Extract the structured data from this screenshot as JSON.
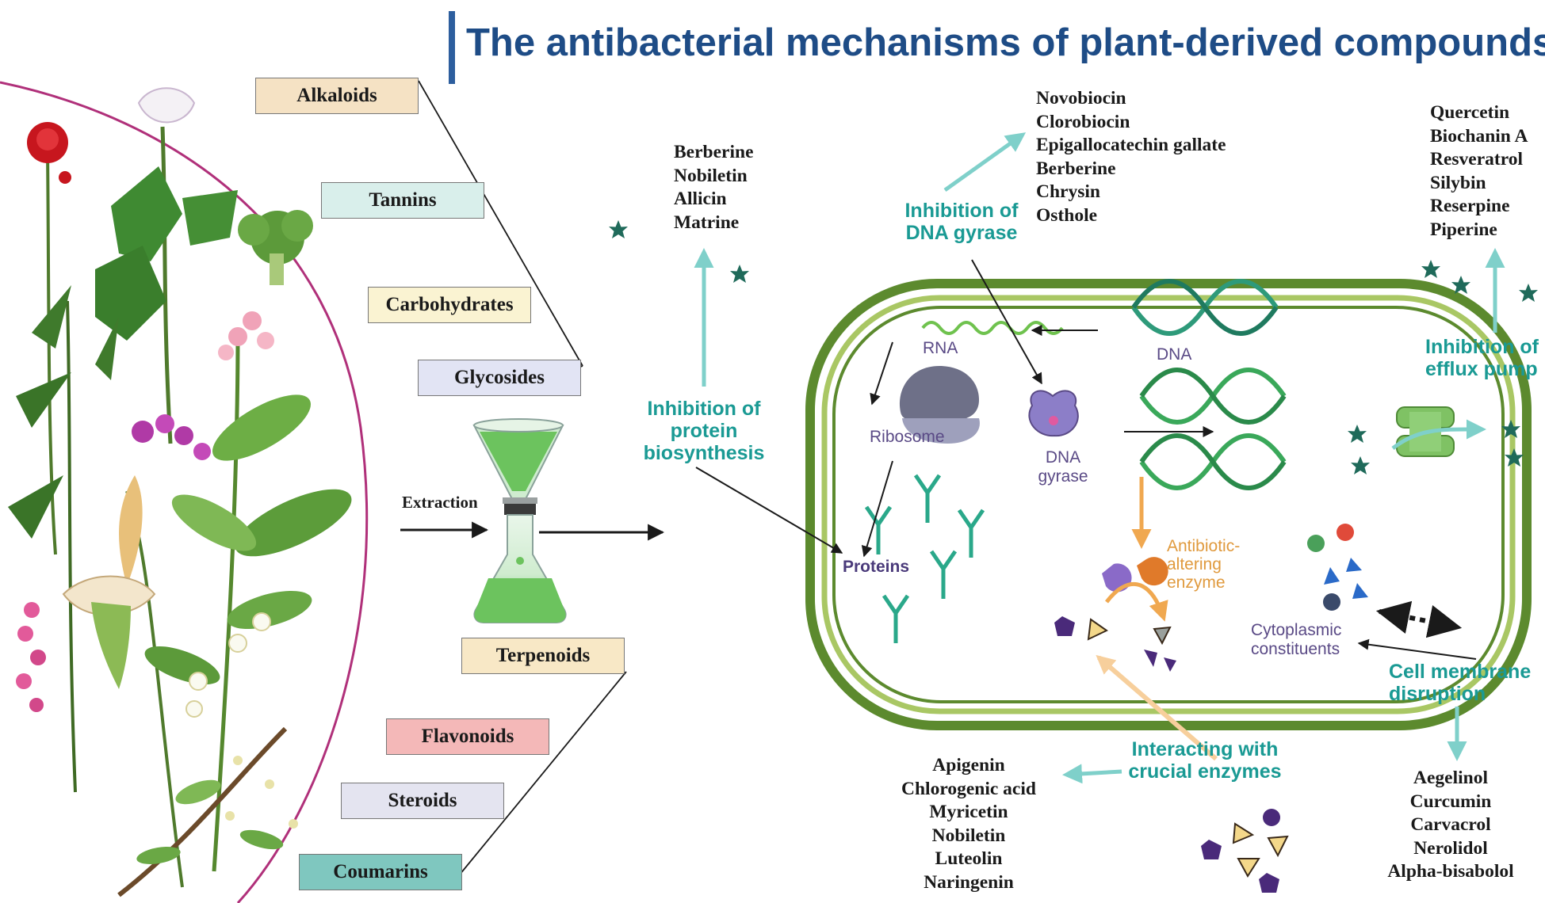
{
  "title": "The antibacterial mechanisms of plant-derived compounds",
  "compound_classes": [
    {
      "label": "Alkaloids",
      "color": "#f5e2c4"
    },
    {
      "label": "Tannins",
      "color": "#d9efeb"
    },
    {
      "label": "Carbohydrates",
      "color": "#faf3d2"
    },
    {
      "label": "Glycosides",
      "color": "#e2e4f4"
    },
    {
      "label": "Terpenoids",
      "color": "#f8e8c6"
    },
    {
      "label": "Flavonoids",
      "color": "#f4b8b8"
    },
    {
      "label": "Steroids",
      "color": "#e4e4f0"
    },
    {
      "label": "Coumarins",
      "color": "#7fc7bf"
    }
  ],
  "extraction_label": "Extraction",
  "mechanisms": {
    "protein": {
      "label_lines": [
        "Inhibition of",
        "protein",
        "biosynthesis"
      ],
      "compounds": [
        "Berberine",
        "Nobiletin",
        "Allicin",
        "Matrine"
      ]
    },
    "dna_gyrase": {
      "label_lines": [
        "Inhibition of",
        "DNA gyrase"
      ],
      "compounds": [
        "Novobiocin",
        "Clorobiocin",
        "Epigallocatechin gallate",
        "Berberine",
        "Chrysin",
        "Osthole"
      ]
    },
    "efflux": {
      "label_lines": [
        "Inhibition of",
        "efflux pump"
      ],
      "compounds": [
        "Quercetin",
        "Biochanin A",
        "Resveratrol",
        "Silybin",
        "Reserpine",
        "Piperine"
      ]
    },
    "enzymes": {
      "label_lines": [
        "Interacting with",
        "crucial enzymes"
      ],
      "compounds": [
        "Apigenin",
        "Chlorogenic acid",
        "Myricetin",
        "Nobiletin",
        "Luteolin",
        "Naringenin"
      ]
    },
    "membrane": {
      "label_lines": [
        "Cell membrane",
        "disruption"
      ],
      "compounds": [
        "Aegelinol",
        "Curcumin",
        "Carvacrol",
        "Nerolidol",
        "Alpha-bisabolol"
      ]
    }
  },
  "cell_labels": {
    "rna": "RNA",
    "dna": "DNA",
    "ribosome": "Ribosome",
    "dna_gyrase_lines": [
      "DNA",
      "gyrase"
    ],
    "proteins": "Proteins",
    "enzyme_lines": [
      "Antibiotic-",
      "altering",
      "enzyme"
    ],
    "cytoplasmic_lines": [
      "Cytoplasmic",
      "constituents"
    ]
  },
  "colors": {
    "title": "#1e4c86",
    "accent_bar": "#2d5e9e",
    "mechanism_teal": "#1a9a94",
    "cell_wall": "#5c8a2e",
    "arrow_teal": "#7fd0ca",
    "enzyme_orange": "#f0a850",
    "plant_outline": "#b0307a"
  }
}
